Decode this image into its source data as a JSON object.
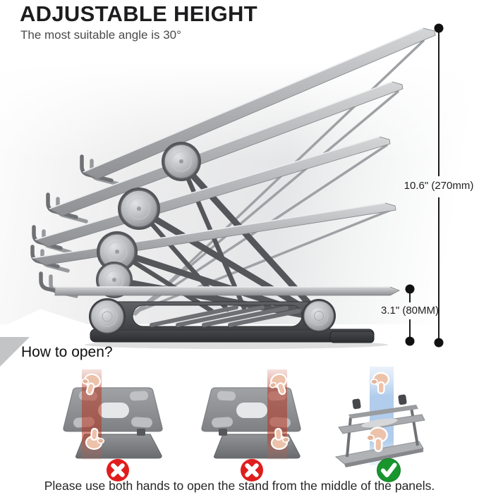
{
  "header": {
    "title": "ADJUSTABLE HEIGHT",
    "subtitle": "The most suitable angle is 30°"
  },
  "measurements": {
    "max_height": "10.6\" (270mm)",
    "min_height": "3.1\" (80MM)"
  },
  "how_to_open": {
    "heading": "How to open?",
    "steps": [
      {
        "grip_zone": "left-edge",
        "icon": "red-x-circle",
        "verdict": "wrong"
      },
      {
        "grip_zone": "right-edge",
        "icon": "red-x-circle",
        "verdict": "wrong"
      },
      {
        "grip_zone": "middle",
        "icon": "green-check-circle",
        "verdict": "correct"
      }
    ],
    "note": "Please use both hands to open the stand from the middle of the panels."
  },
  "colors": {
    "wrong_badge": "#e01d1d",
    "correct_badge": "#18952d",
    "wrong_zone_overlay": "#b8341f",
    "correct_zone_overlay": "#93b9e4",
    "metal_light": "#c9cacc",
    "metal_dark": "#4a4c50",
    "text_primary": "#1d1d1f",
    "text_secondary": "#4a4a4c"
  }
}
